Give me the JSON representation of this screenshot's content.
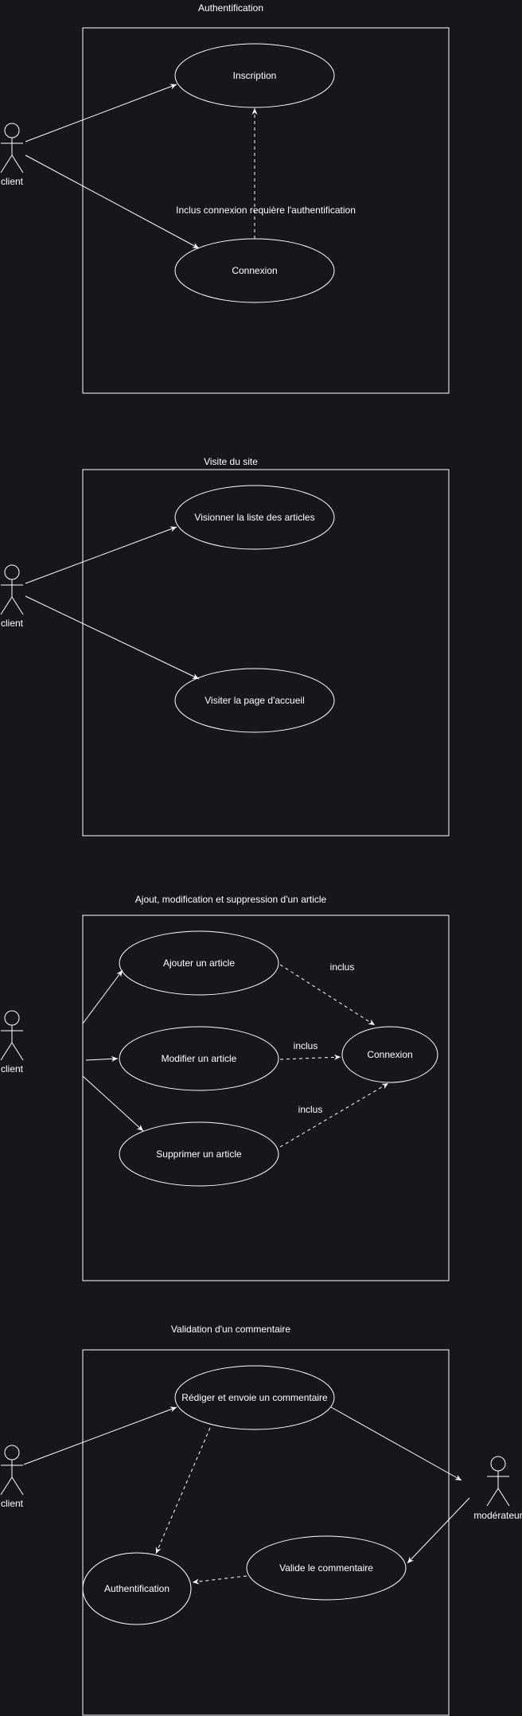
{
  "diagrams": {
    "auth": {
      "title": "Authentification",
      "actor": "client",
      "uc_inscription": "Inscription",
      "uc_connexion": "Connexion",
      "note": "Inclus connexion requière l'authentification"
    },
    "visit": {
      "title": "Visite du site",
      "actor": "client",
      "uc_list": "Visionner la liste des articles",
      "uc_home": "Visiter la page d'accueil"
    },
    "article": {
      "title": "Ajout, modification et suppression d'un article",
      "actor": "client",
      "uc_add": "Ajouter un article",
      "uc_edit": "Modifier un article",
      "uc_delete": "Supprimer un article",
      "uc_connexion": "Connexion",
      "inclus_1": "inclus",
      "inclus_2": "inclus",
      "inclus_3": "inclus"
    },
    "comment": {
      "title": "Validation d'un commentaire",
      "actor_client": "client",
      "actor_moderator": "modérateur",
      "uc_write": "Rédiger et envoie un commentaire",
      "uc_validate": "Valide le commentaire",
      "uc_auth": "Authentification"
    }
  }
}
